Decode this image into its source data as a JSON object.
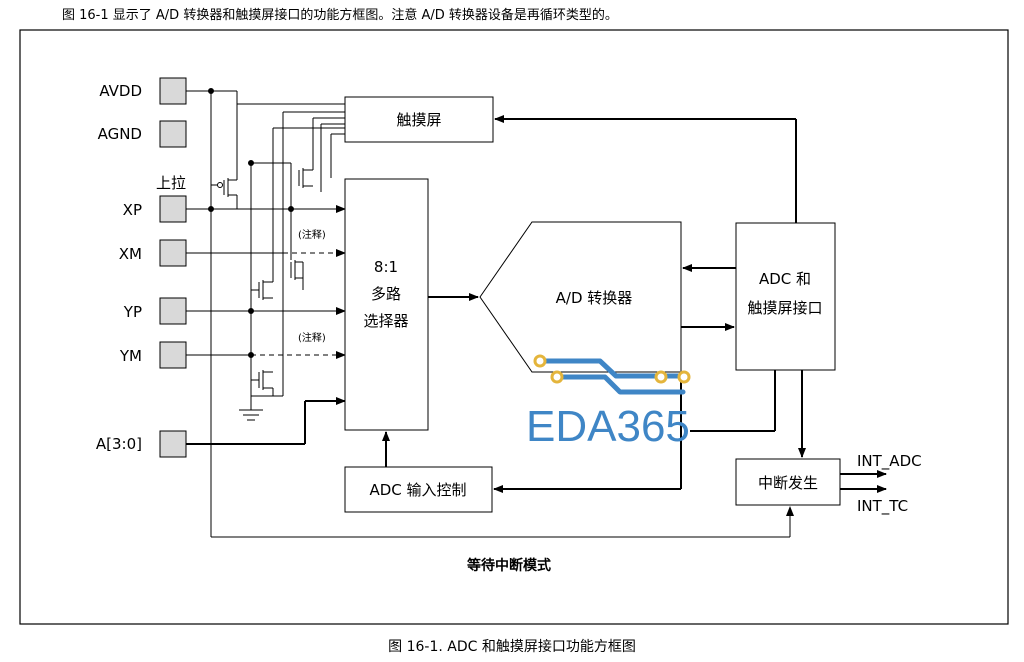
{
  "intro_text": "图 16-1 显示了 A/D 转换器和触摸屏接口的功能方框图。注意 A/D 转换器设备是再循环类型的。",
  "caption": "图 16-1. ADC 和触摸屏接口功能方框图",
  "pins": {
    "avdd": "AVDD",
    "agnd": "AGND",
    "xp": "XP",
    "xm": "XM",
    "yp": "YP",
    "ym": "YM",
    "a30": "A[3:0]"
  },
  "pullup_label": "上拉",
  "note_label": "(注释)",
  "blocks": {
    "touch_screen": "触摸屏",
    "mux_line1": "8:1",
    "mux_line2": "多路",
    "mux_line3": "选择器",
    "adc_converter": "A/D 转换器",
    "adc_if_line1": "ADC 和",
    "adc_if_line2": "触摸屏接口",
    "adc_input_ctrl": "ADC 输入控制",
    "interrupt_gen": "中断发生"
  },
  "outputs": {
    "int_adc": "INT_ADC",
    "int_tc": "INT_TC"
  },
  "mode_label": "等待中断模式",
  "watermark": "EDA365",
  "colors": {
    "pin_fill": "#d9d9d9",
    "watermark_blue": "#3f86c6",
    "watermark_gold": "#e4b53c"
  }
}
